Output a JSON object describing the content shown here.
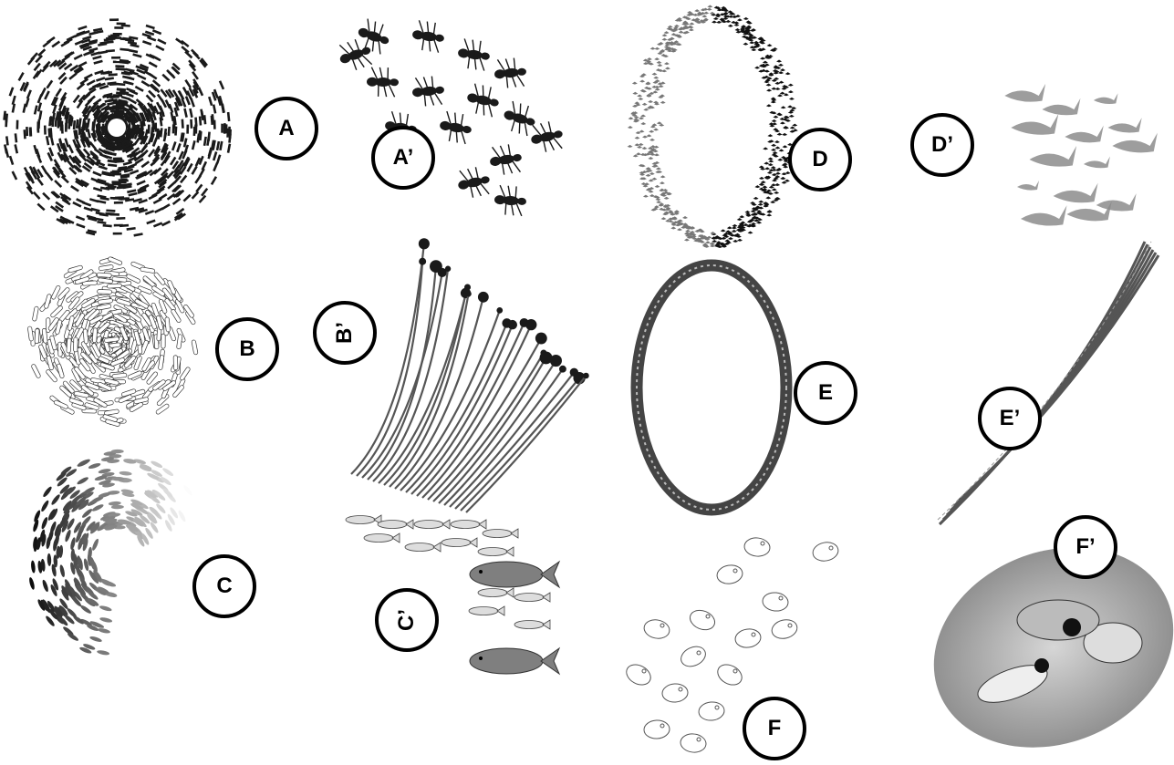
{
  "labels": {
    "A": "A",
    "A_prime": "A’",
    "B": "B",
    "B_prime": "B’",
    "C": "C",
    "C_prime": "C’",
    "D": "D",
    "D_prime": "D’",
    "E": "E",
    "E_prime": "E’",
    "F": "F",
    "F_prime": "F’"
  },
  "colors": {
    "ink": "#1a1a1a",
    "gray_fish": "#7f7f7f",
    "shark_fill": "#8c8c8c",
    "bubble_fill": "#8a8a8a"
  }
}
